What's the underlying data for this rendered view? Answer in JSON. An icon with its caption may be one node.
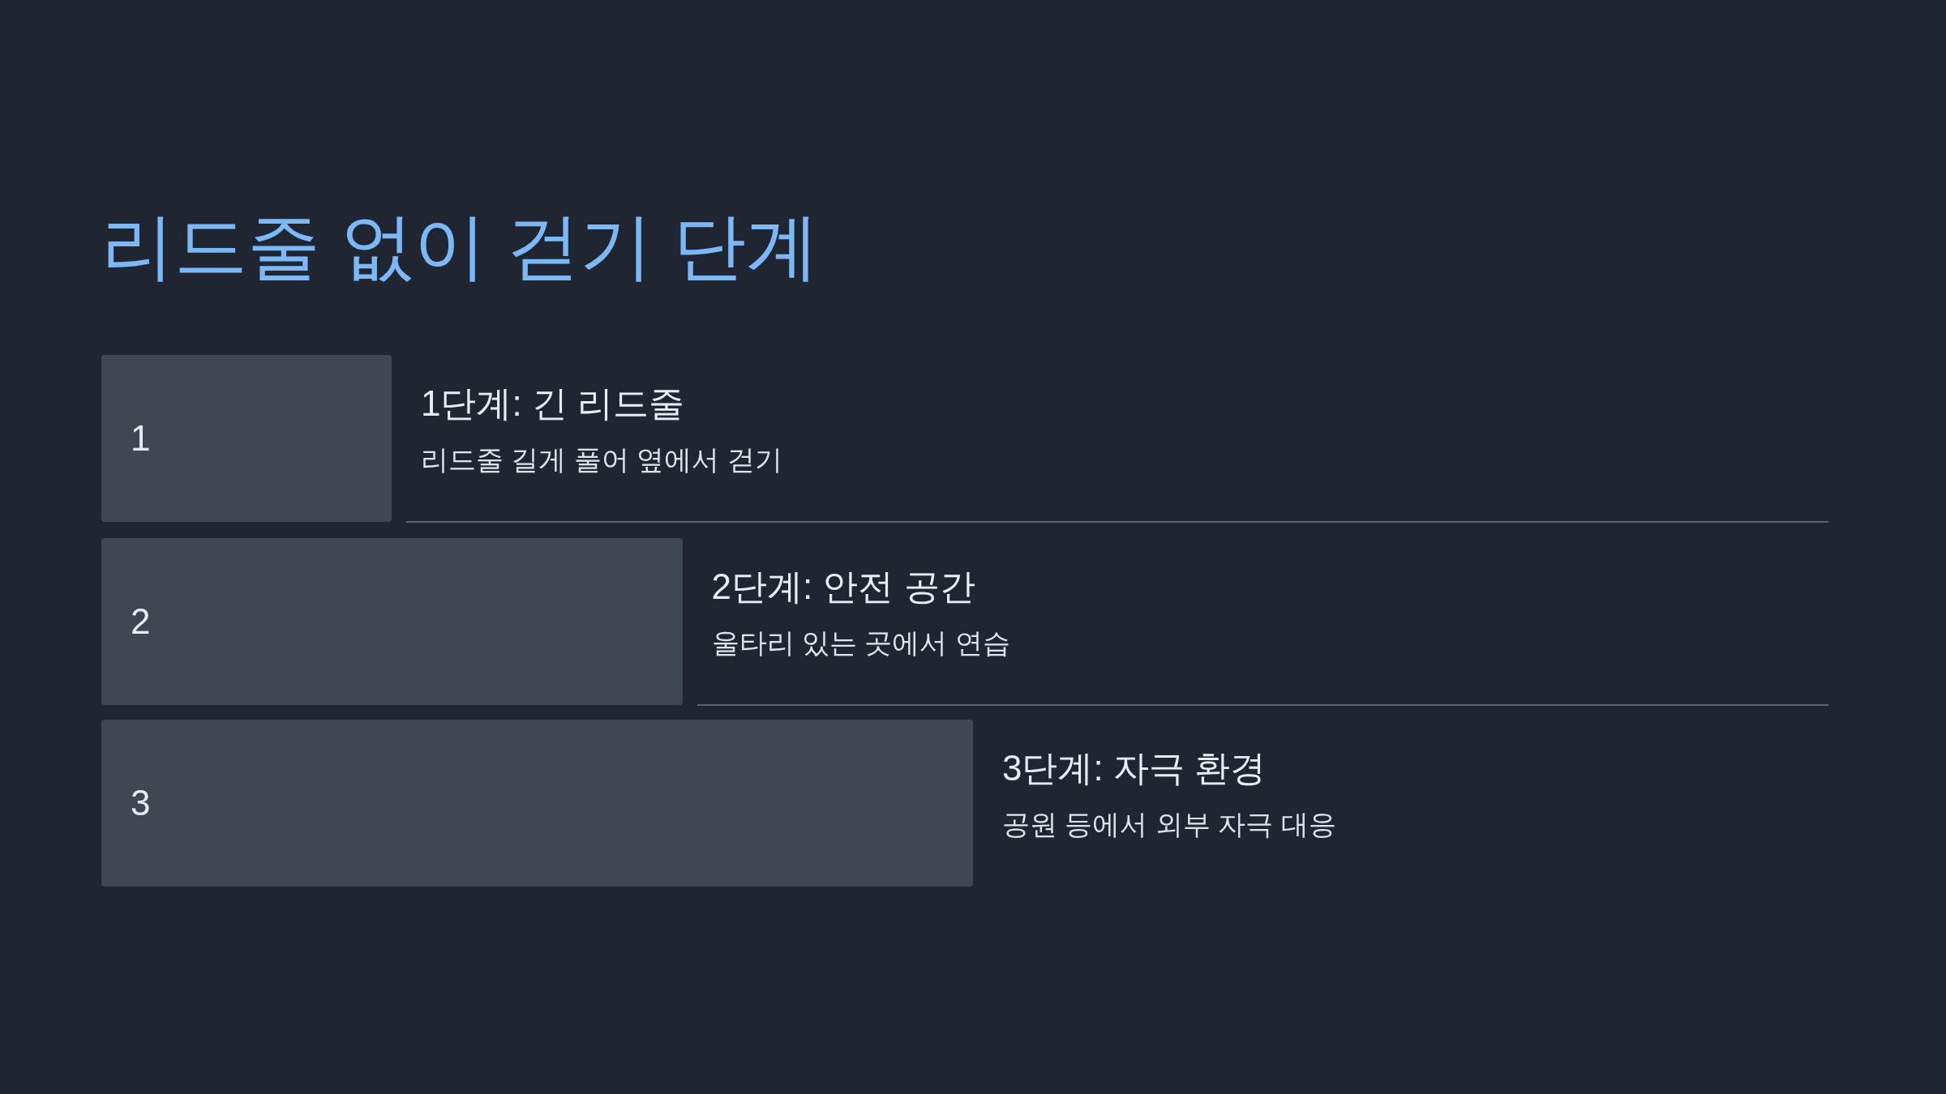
{
  "diagram": {
    "title": "리드줄 없이 걷기 단계",
    "nodes": [
      {
        "text": [
          "1"
        ],
        "beside": [
          "1단계: 긴 리드줄",
          "리드줄 길게 풀어 옆에서 걷기"
        ]
      },
      {
        "text": [
          "2"
        ],
        "beside": [
          "2단계: 안전 공간",
          "울타리 있는 곳에서 연습"
        ]
      },
      {
        "text": [
          "3"
        ],
        "beside": [
          "3단계: 자극 환경",
          "공원 등에서 외부 자극 대응"
        ]
      }
    ]
  }
}
